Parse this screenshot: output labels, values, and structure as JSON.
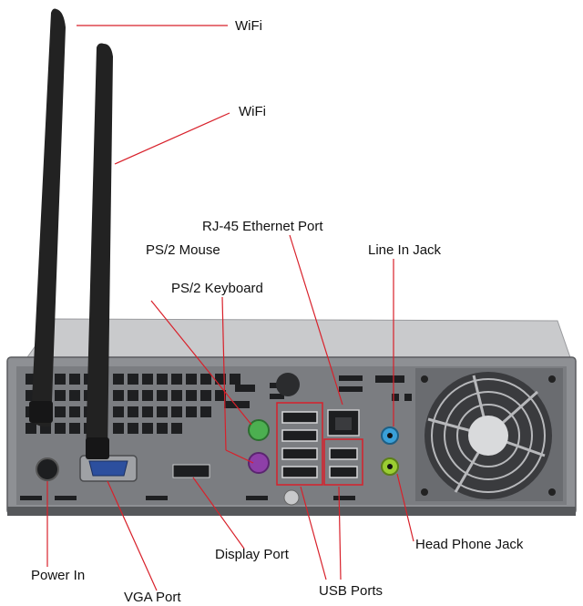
{
  "labels": {
    "wifi_1": "WiFi",
    "wifi_2": "WiFi",
    "rj45": "RJ-45 Ethernet Port",
    "ps2_mouse": "PS/2 Mouse",
    "line_in": "Line In Jack",
    "ps2_keyboard": "PS/2 Keyboard",
    "head_phone": "Head Phone Jack",
    "display_port": "Display Port",
    "power_in": "Power In",
    "usb_ports": "USB Ports",
    "vga_port": "VGA Port"
  },
  "colors": {
    "leader_line": "#d8202a",
    "highlight_box": "#d8202a",
    "chassis": "#8e9094",
    "chassis_panel": "#6d6f73",
    "antenna": "#222222",
    "ps2_mouse": "#4caf50",
    "ps2_keyboard": "#8e3fa8",
    "line_in": "#3aa0d8",
    "head_phone": "#9acd32",
    "vga": "#2c4f9e"
  },
  "icons": {
    "antenna": "wifi-antenna-icon",
    "fan": "fan-icon",
    "power": "power-socket-icon"
  }
}
